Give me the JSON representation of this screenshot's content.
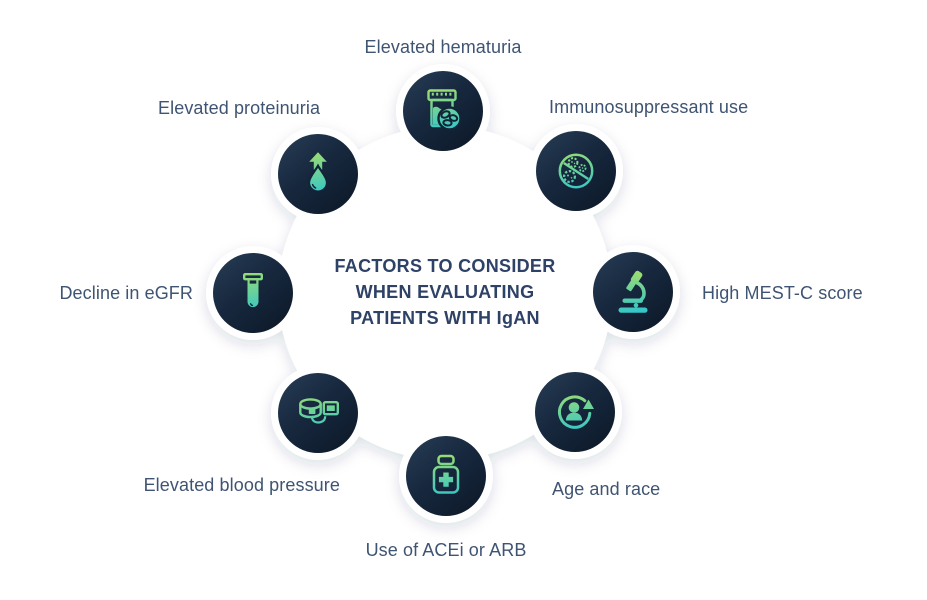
{
  "title": {
    "text": "FACTORS TO CONSIDER\nWHEN EVALUATING\nPATIENTS WITH IgAN"
  },
  "colors": {
    "gradient_green": "#a6df68",
    "gradient_teal": "#2fc5cd",
    "node_navy_top": "#273d55",
    "node_navy_bottom": "#0b1726",
    "title_navy": "#2e4166",
    "label_slate": "#3f5473",
    "background": "#ffffff",
    "blob": "#ffffff"
  },
  "factors": [
    {
      "label": "Elevated hematuria",
      "icon": "specimen-cup-blood-cells-icon"
    },
    {
      "label": "Immunosuppressant use",
      "icon": "immunosuppressant-no-germs-icon"
    },
    {
      "label": "High MEST-C score",
      "icon": "microscope-icon"
    },
    {
      "label": "Age and race",
      "icon": "person-refresh-icon"
    },
    {
      "label": "Use of ACEi or ARB",
      "icon": "medicine-bottle-cross-icon"
    },
    {
      "label": "Elevated blood pressure",
      "icon": "blood-pressure-monitor-icon"
    },
    {
      "label": "Decline in eGFR",
      "icon": "test-tube-icon"
    },
    {
      "label": "Elevated proteinuria",
      "icon": "droplet-arrow-up-icon"
    }
  ]
}
